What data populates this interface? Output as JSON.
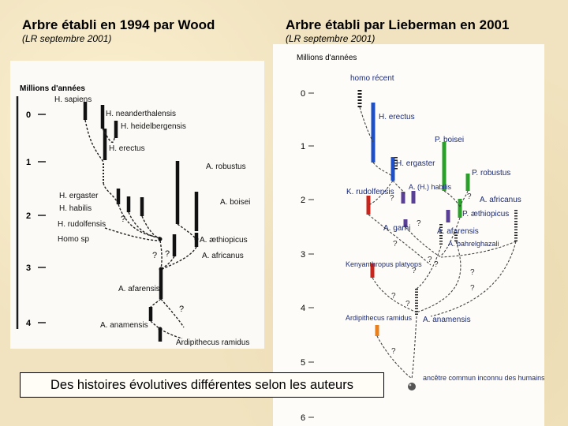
{
  "left": {
    "title": "Arbre établi en 1994 par Wood",
    "subtitle": "(LR septembre 2001)",
    "axis_title": "Millions d'années",
    "ticks": [
      "0",
      "1",
      "2",
      "3",
      "4"
    ],
    "labels": {
      "h_sapiens": "H. sapiens",
      "h_neander": "H. neanderthalensis",
      "h_heidel": "H. heidelbergensis",
      "h_erectus": "H. erectus",
      "a_robustus": "A. robustus",
      "h_ergaster": "H. ergaster",
      "h_habilis": "H. habilis",
      "h_rudolf": "H. rudolfensis",
      "homo_sp": "Homo sp",
      "a_boisei": "A. boisei",
      "a_aethiop": "A. æthiopicus",
      "a_african": "A. africanus",
      "a_afarens": "A. afarensis",
      "a_anamens": "A. anamensis",
      "ardipith": "Ardipithecus ramidus",
      "q1": "?",
      "q2": "?",
      "q3": "?",
      "q4": "?"
    }
  },
  "right": {
    "title": "Arbre établi par Lieberman en 2001",
    "subtitle": "(LR septembre 2001)",
    "axis_title": "Millions d'années",
    "ticks": [
      "0",
      "1",
      "2",
      "3",
      "4",
      "5",
      "6"
    ],
    "labels": {
      "homo_recent": "homo récent",
      "h_erectus": "H. erectus",
      "p_boisei": "P. boisei",
      "h_ergaster": "H. ergaster",
      "p_robustus": "P. robustus",
      "k_rudolf": "K. rudolfensis",
      "h_habilis": "A. (H.) habilis",
      "a_african": "A. africanus",
      "p_aethiop": "P. æthiopicus",
      "a_garhi": "A. garhi",
      "a_afarens": "A. afarensis",
      "a_bahrel": "A. bahrelghazali",
      "kenyanthropus": "Kenyanthropus platyops",
      "ardipith": "Ardipithecus ramidus",
      "a_anamens": "A. anamensis",
      "ancestor": "ancêtre commun inconnu des humains et des chimpanzés",
      "q": "?"
    }
  },
  "caption": "Des histoires évolutives différentes selon les auteurs",
  "colors": {
    "background": "#f1e3bf",
    "blue": "#1f4fc4",
    "green": "#2aa02a",
    "red": "#c8261c",
    "orange": "#e8801e",
    "purple": "#5a3f96",
    "ink": "#1a1a1a"
  }
}
